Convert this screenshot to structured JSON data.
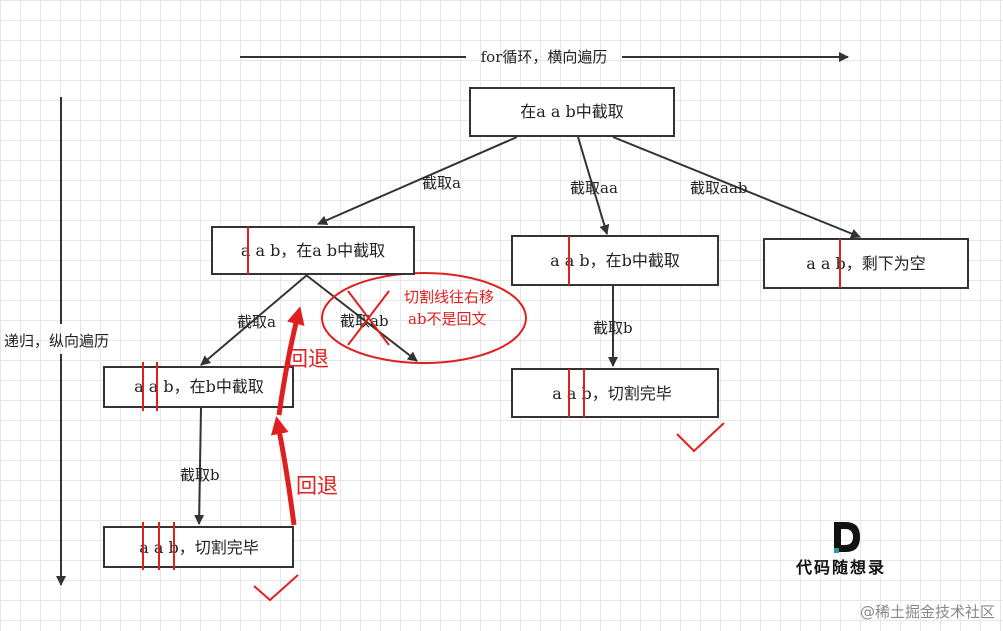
{
  "horizontal_axis_label": "for循环，横向遍历",
  "vertical_axis_label": "递归，纵向遍历",
  "nodes": {
    "root": "在a a b中截取",
    "level1_a": "a a b，在a b中截取",
    "level1_aa": "a a b，在b中截取",
    "level1_aab": "a a b，剩下为空",
    "level2_a": "a a b，在b中截取",
    "level2_aa_b": "a a b，切割完毕",
    "level3_b": "a a b，切割完毕"
  },
  "edges": {
    "cut_a": "截取a",
    "cut_aa": "截取aa",
    "cut_aab": "截取aab",
    "cut_a_2": "截取a",
    "cut_ab": "截取ab",
    "cut_b_right": "截取b",
    "cut_b_left": "截取b"
  },
  "annotation": {
    "line1": "切割线往右移",
    "line2": "ab不是回文"
  },
  "backtrack": {
    "upper": "回退",
    "lower": "回退"
  },
  "brand": {
    "logo_letter": "D",
    "name": "代码随想录"
  },
  "watermark": "@稀土掘金技术社区",
  "colors": {
    "accent_red": "#e02020",
    "line": "#333333",
    "logo_teal": "#2b9aa8"
  }
}
